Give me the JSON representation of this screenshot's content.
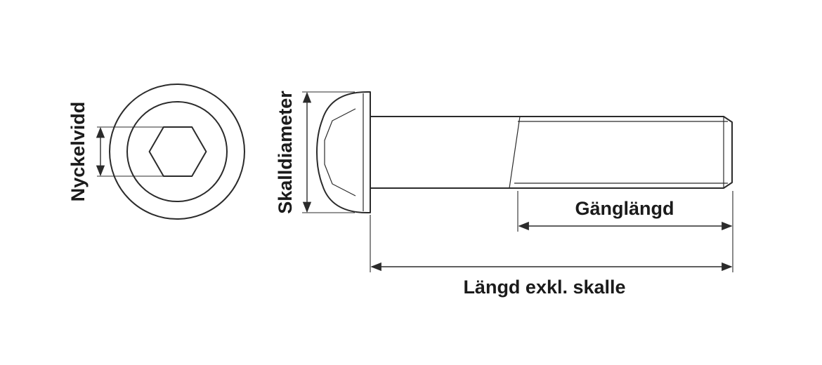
{
  "diagram": {
    "description": "Technical dimension drawing of a button-head hex socket screw",
    "labels": {
      "key_width": "Nyckelvidd",
      "head_diameter": "Skalldiameter",
      "thread_length": "Gänglängd",
      "length_excl_head": "Längd exkl. skalle"
    },
    "colors": {
      "line": "#2b2b2b",
      "text": "#1b1b1b",
      "metal_light": "#fdfdfd",
      "metal_mid": "#e8e8e8",
      "metal_dark": "#bcbcbc",
      "background": "#ffffff"
    }
  }
}
